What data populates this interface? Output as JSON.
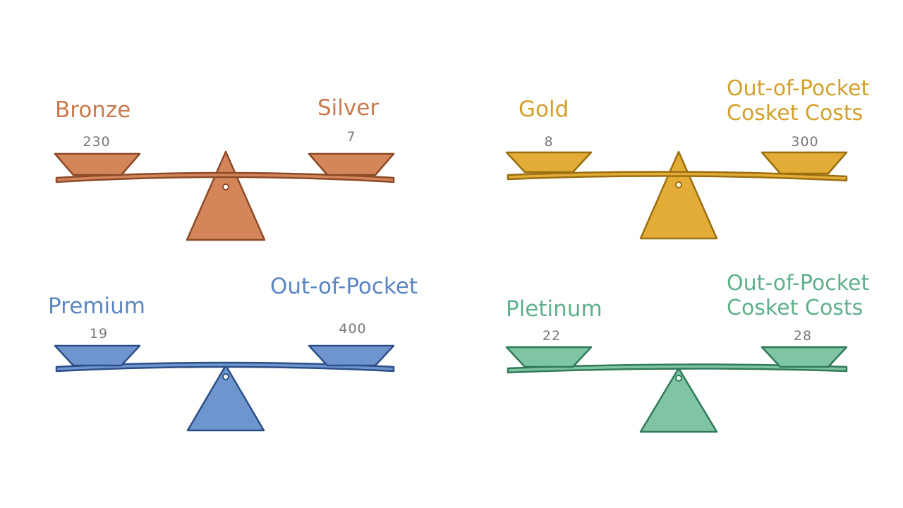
{
  "panels": [
    {
      "id": "bronze-silver",
      "color": "#c97a4e",
      "fill": "#d4865a",
      "left_label": "Bronze",
      "left_value": "230",
      "right_label": "Silver",
      "right_value": "7"
    },
    {
      "id": "gold-oop",
      "color": "#d4a02a",
      "fill": "#e2ac36",
      "left_label": "Gold",
      "left_value": "8",
      "right_label": "Out-of-Pocket\nCosket Costs",
      "right_value": "300"
    },
    {
      "id": "premium-oop",
      "color": "#5b86c4",
      "fill": "#6f95cf",
      "left_label": "Premium",
      "left_value": "19",
      "right_label": "Out-of-Pocket",
      "right_value": "400"
    },
    {
      "id": "platinum-oop",
      "color": "#5eb08a",
      "fill": "#7fc4a3",
      "left_label": "Pletinum",
      "left_value": "22",
      "right_label": "Out-of-Pocket\nCosket Costs",
      "right_value": "28"
    }
  ]
}
